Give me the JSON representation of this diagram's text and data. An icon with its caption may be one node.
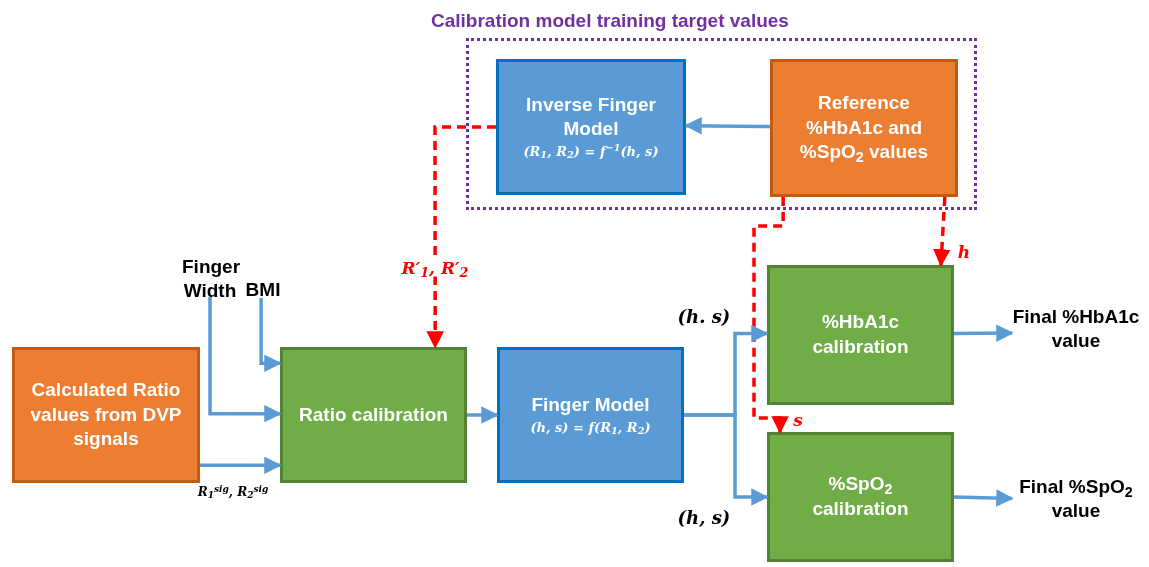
{
  "diagram": {
    "nodes": [
      {
        "text": [
          "Calibration model training target values"
        ]
      },
      {
        "text": [
          "Inverse Finger Model",
          "(R$_{1}$, R$_{2}$) = f$^{−1}$(h, s)"
        ],
        "in": 0
      },
      {
        "text": [
          "Reference %HbA1c and %SpO$_{2}$ values"
        ],
        "in": 0
      },
      {
        "text": [
          "Finger Width"
        ]
      },
      {
        "text": [
          "BMI"
        ]
      },
      {
        "text": [
          "Calculated Ratio values from DVP signals"
        ]
      },
      {
        "text": [
          "Ratio calibration"
        ]
      },
      {
        "text": [
          "Finger Model",
          "(h, s) = f(R$_{1}$, R$_{2}$)"
        ]
      },
      {
        "text": [
          "%HbA1c calibration"
        ]
      },
      {
        "text": [
          "%SpO$_{2}$ calibration"
        ]
      },
      {
        "text": [
          "Final %HbA1c value"
        ]
      },
      {
        "text": [
          "Final %SpO$_{2}$ value"
        ]
      }
    ],
    "edges": [
      {
        "from": 2,
        "to": 1,
        "arrow": "to"
      },
      {
        "from": 1,
        "to": 6,
        "arrow": "to",
        "label": "R′$_{1}$, R′$_{2}$",
        "style": "dashed",
        "color": "#ff0000"
      },
      {
        "from": 2,
        "to": 8,
        "arrow": "to",
        "label": "h",
        "style": "dashed",
        "color": "#ff0000"
      },
      {
        "from": 2,
        "to": 9,
        "arrow": "to",
        "label": "s",
        "style": "dashed",
        "color": "#ff0000"
      },
      {
        "from": 3,
        "to": 6,
        "arrow": "to"
      },
      {
        "from": 4,
        "to": 6,
        "arrow": "to"
      },
      {
        "from": 5,
        "to": 6,
        "arrow": "to",
        "label": "R$_{1}$$^{sig}$, R$_{2}$$^{sig}$"
      },
      {
        "from": 6,
        "to": 7,
        "arrow": "to"
      },
      {
        "from": 7,
        "to": 8,
        "arrow": "to",
        "label": "(h. s)"
      },
      {
        "from": 7,
        "to": 9,
        "arrow": "to",
        "label": "(h, s)"
      },
      {
        "from": 8,
        "to": 10,
        "arrow": "to"
      },
      {
        "from": 9,
        "to": 11,
        "arrow": "to"
      }
    ]
  }
}
